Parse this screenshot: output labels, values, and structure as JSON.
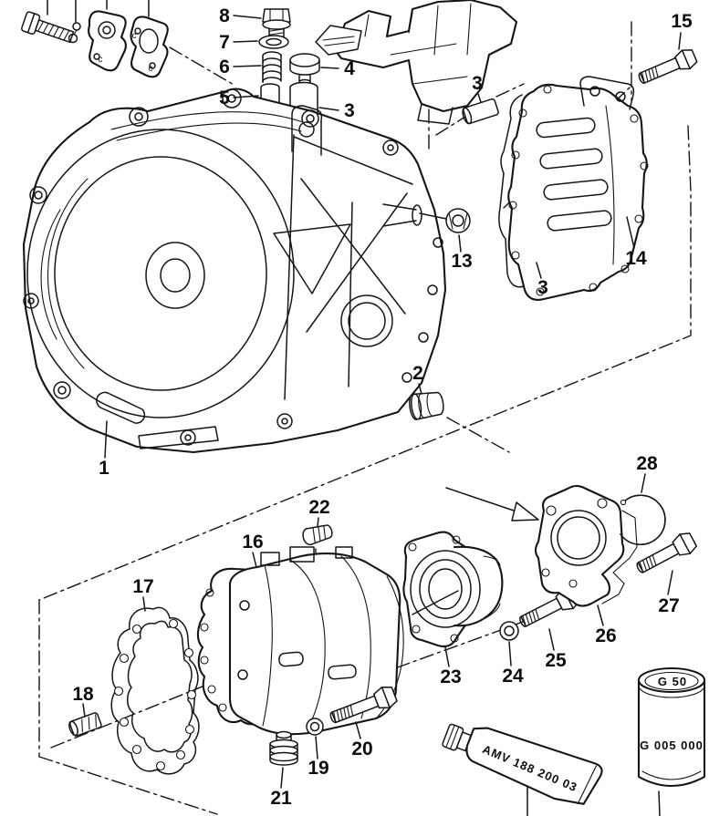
{
  "diagram": {
    "kind": "exploded-parts-diagram",
    "background_color": "#ffffff",
    "line_color": "#151515",
    "highlight_arrow_color": "#d92c20"
  },
  "callouts": [
    {
      "label": "8"
    },
    {
      "label": "7"
    },
    {
      "label": "6"
    },
    {
      "label": "5"
    },
    {
      "label": "4"
    },
    {
      "label": "3"
    },
    {
      "label": "15"
    },
    {
      "label": "3"
    },
    {
      "label": "13"
    },
    {
      "label": "14"
    },
    {
      "label": "3"
    },
    {
      "label": "2"
    },
    {
      "label": "1"
    },
    {
      "label": "22"
    },
    {
      "label": "16"
    },
    {
      "label": "17"
    },
    {
      "label": "18"
    },
    {
      "label": "21"
    },
    {
      "label": "19"
    },
    {
      "label": "20"
    },
    {
      "label": "23"
    },
    {
      "label": "24"
    },
    {
      "label": "25"
    },
    {
      "label": "26"
    },
    {
      "label": "27"
    },
    {
      "label": "28"
    }
  ],
  "part_labels": {
    "sealant_tube": "AMV 188 200 03",
    "oil_can_top": "G 50",
    "oil_can_body": "G 005 000"
  },
  "casting_marks": [
    "c",
    "c",
    "c"
  ]
}
